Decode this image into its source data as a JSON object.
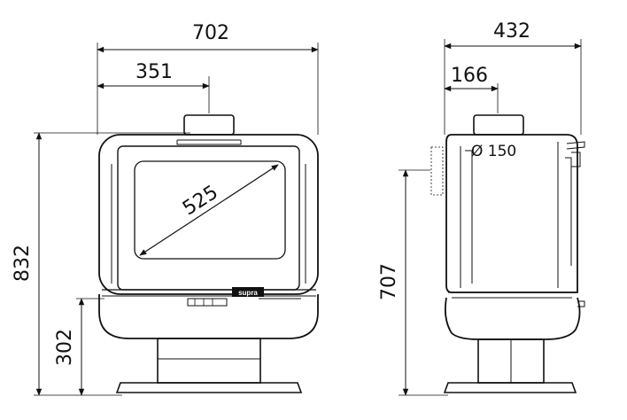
{
  "dimensions": {
    "front_width": "702",
    "front_half_width": "351",
    "front_height": "832",
    "front_lower_height": "302",
    "glass_diagonal": "525",
    "side_depth": "432",
    "side_flue_offset": "166",
    "flue_diameter": "Ø 150",
    "side_flue_height": "707"
  },
  "brand_mark": "supra",
  "colors": {
    "line": "#111111",
    "background": "#ffffff"
  }
}
